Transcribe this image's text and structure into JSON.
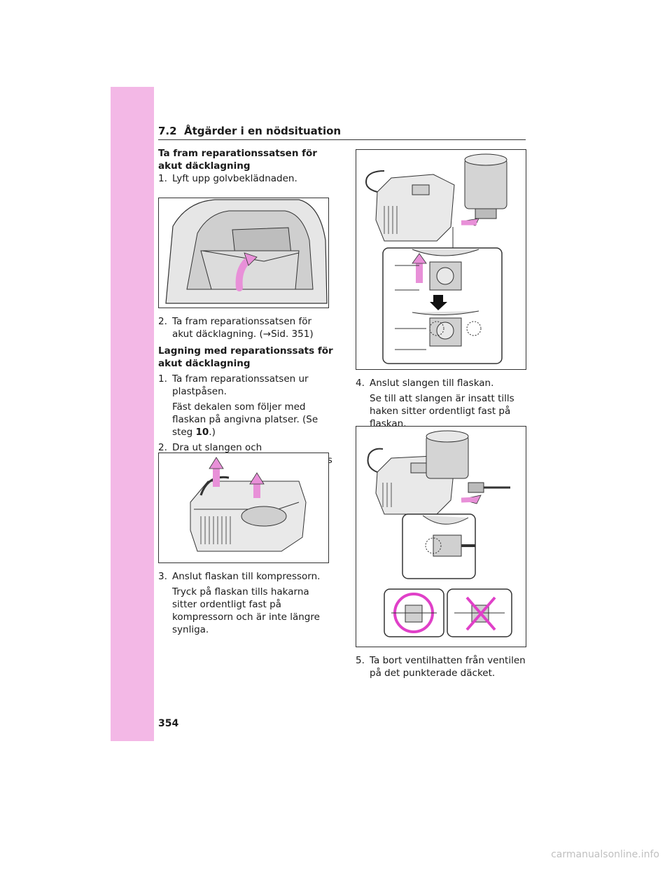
{
  "section": {
    "number": "7.2",
    "title": "Åtgärder i en nödsituation"
  },
  "left": {
    "h1": "Ta fram reparationssatsen för akut däcklagning",
    "s1": {
      "num": "1.",
      "text": "Lyft upp golvbeklädnaden."
    },
    "s2": {
      "num": "2.",
      "text": "Ta fram reparationssatsen för akut däcklagning. (→Sid. 351)"
    },
    "h2": "Lagning med reparationssats för akut däcklagning",
    "s3": {
      "num": "1.",
      "text": "Ta fram reparationssatsen ur plastpåsen."
    },
    "s3sub_a": "Fäst dekalen som följer med flaskan på angivna platser. (Se steg ",
    "s3sub_b": "10",
    "s3sub_c": ".)",
    "s4": {
      "num": "2.",
      "text": "Dra ut slangen och stickkontakten från kompressorns undersida."
    },
    "s5": {
      "num": "3.",
      "text": "Anslut flaskan till kompressorn."
    },
    "s5sub": "Tryck på flaskan tills hakarna sitter ordentligt fast på kompressorn och är inte längre synliga."
  },
  "right": {
    "s6": {
      "num": "4.",
      "text": "Anslut slangen till flaskan."
    },
    "s6sub": "Se till att slangen är insatt tills haken sitter ordentligt fast på flaskan.",
    "s7": {
      "num": "5.",
      "text": "Ta bort ventilhatten från ventilen på det punkterade däcket."
    }
  },
  "page_number": "354",
  "watermark": "carmanualsonline.info",
  "colors": {
    "sidebar": "#f3b8e6",
    "accent_pink": "#e890d8",
    "circle_pink": "#e040c8"
  }
}
